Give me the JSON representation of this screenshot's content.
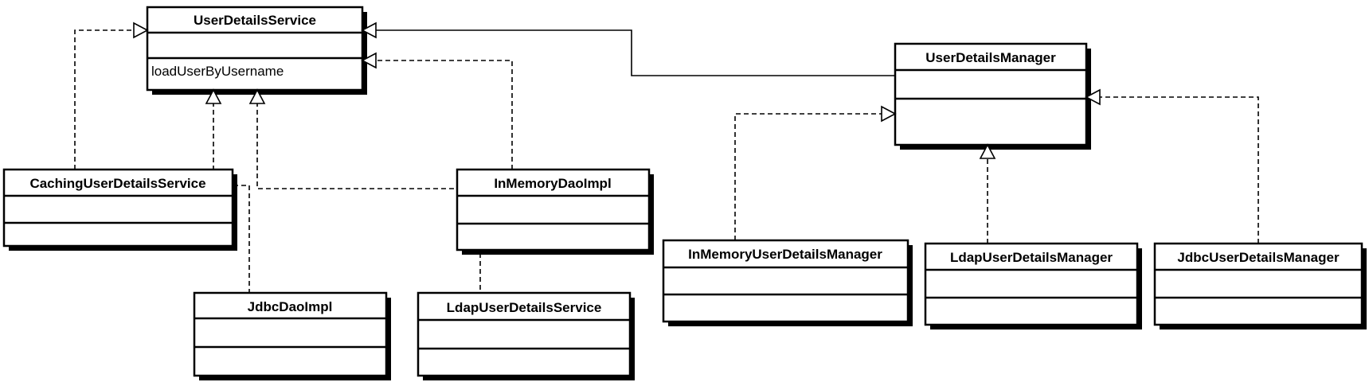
{
  "diagram": {
    "classes": {
      "user_details_service": {
        "name": "UserDetailsService",
        "method": "loadUserByUsername"
      },
      "user_details_manager": {
        "name": "UserDetailsManager"
      },
      "caching_user_details_service": {
        "name": "CachingUserDetailsService"
      },
      "in_memory_dao_impl": {
        "name": "InMemoryDaoImpl"
      },
      "jdbc_dao_impl": {
        "name": "JdbcDaoImpl"
      },
      "ldap_user_details_service": {
        "name": "LdapUserDetailsService"
      },
      "in_memory_user_details_manager": {
        "name": "InMemoryUserDetailsManager"
      },
      "ldap_user_details_manager": {
        "name": "LdapUserDetailsManager"
      },
      "jdbc_user_details_manager": {
        "name": "JdbcUserDetailsManager"
      }
    }
  }
}
